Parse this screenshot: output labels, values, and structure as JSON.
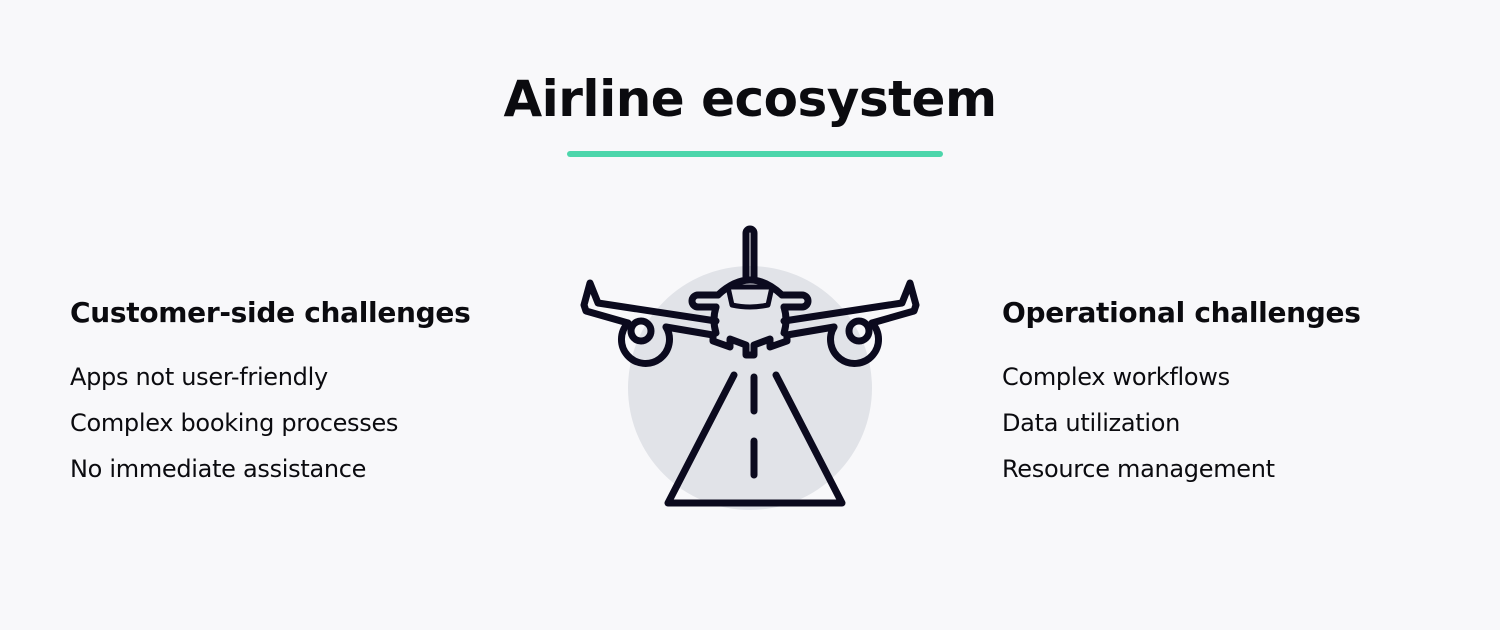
{
  "header": {
    "title": "Airline ecosystem",
    "accent_color": "#4dd6ab"
  },
  "illustration": {
    "icon": "airplane-landing-runway-icon",
    "circle_color": "#e1e3e8",
    "stroke_color": "#0b0a1e"
  },
  "left_column": {
    "heading": "Customer-side challenges",
    "items": [
      "Apps not user-friendly",
      "Complex booking processes",
      "No immediate assistance"
    ]
  },
  "right_column": {
    "heading": "Operational challenges",
    "items": [
      "Complex workflows",
      "Data utilization",
      "Resource management"
    ]
  }
}
